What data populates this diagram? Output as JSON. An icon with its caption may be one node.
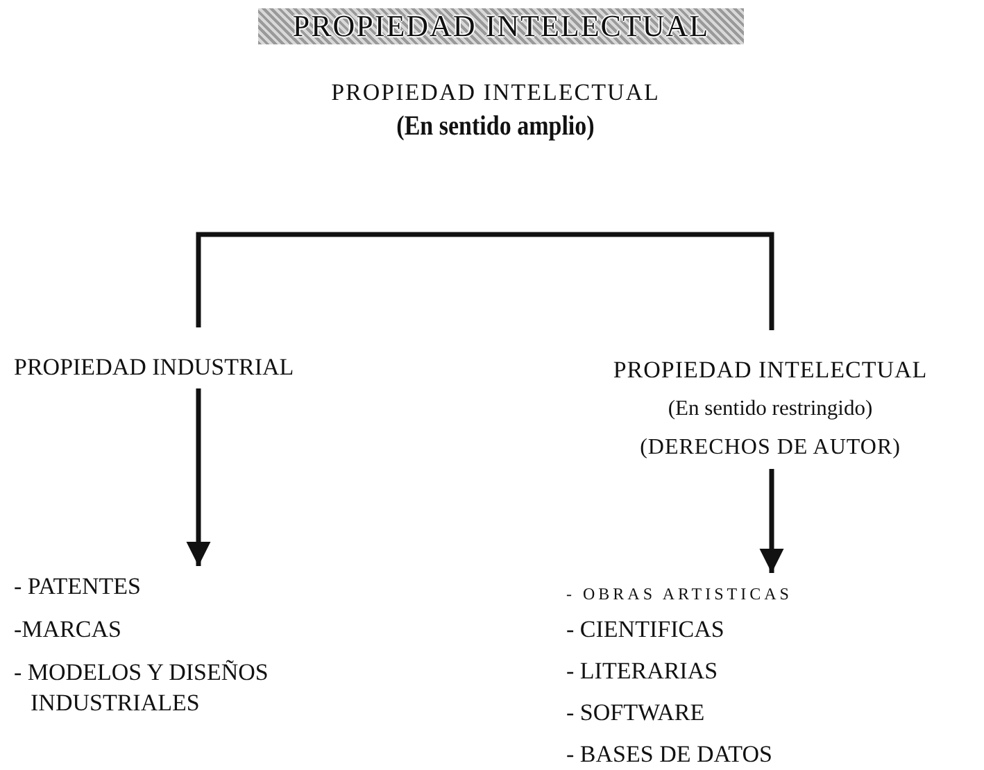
{
  "diagram": {
    "title": "PROPIEDAD INTELECTUAL",
    "nodes": [
      {
        "text": [
          "PROPIEDAD INTELECTUAL",
          "(En sentido amplio)"
        ]
      },
      {
        "text": [
          "PROPIEDAD INDUSTRIAL"
        ]
      },
      {
        "text": [
          "PROPIEDAD INTELECTUAL",
          "(En sentido restringido)",
          "(DERECHOS DE AUTOR)"
        ]
      },
      {
        "text": [
          "- PATENTES",
          "-MARCAS",
          "- MODELOS Y DISEÑOS INDUSTRIALES"
        ]
      },
      {
        "text": [
          "- OBRAS ARTISTICAS",
          "- CIENTIFICAS",
          "- LITERARIAS",
          "- SOFTWARE",
          "- BASES DE DATOS"
        ]
      }
    ],
    "edges": [
      {
        "from": 0,
        "to": 1,
        "arrow": "none"
      },
      {
        "from": 0,
        "to": 2,
        "arrow": "none"
      },
      {
        "from": 1,
        "to": 3,
        "arrow": "to"
      },
      {
        "from": 2,
        "to": 4,
        "arrow": "to"
      }
    ]
  }
}
